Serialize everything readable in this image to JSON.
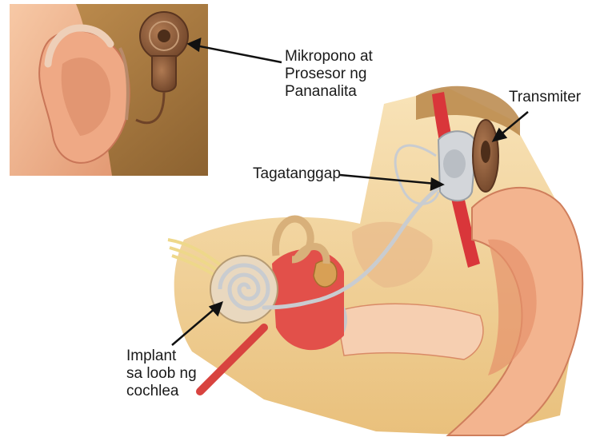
{
  "labels": {
    "processor": [
      "Mikropono at",
      "Prosesor ng",
      "Pananalita"
    ],
    "transmitter": [
      "Transmiter"
    ],
    "receiver": [
      "Tagatanggap"
    ],
    "implant": [
      "Implant",
      "sa loob ng",
      "cochlea"
    ]
  },
  "colors": {
    "skin": "#f2b58e",
    "skin_shadow": "#d98a66",
    "hair": "#a87a3e",
    "device": "#8a5a3a",
    "bone": "#f3d39a",
    "muscle_red": "#d9363a",
    "implant_gray": "#c9ccd0",
    "cochlea": "#e9d8bf",
    "arrow": "#111111"
  }
}
